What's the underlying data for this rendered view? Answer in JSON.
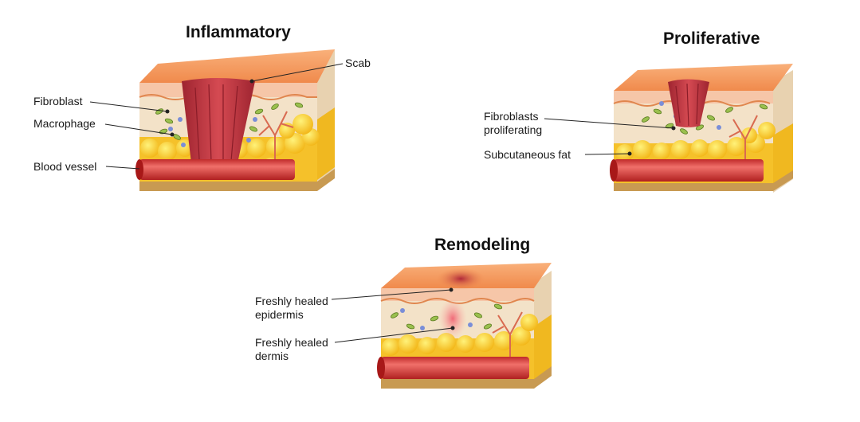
{
  "stages": [
    {
      "title": "Inflammatory",
      "labels": [
        "Scab",
        "Fibroblast",
        "Macrophage",
        "Blood vessel"
      ]
    },
    {
      "title": "Proliferative",
      "labels": [
        "Fibroblasts\nproliferating",
        "Subcutaneous fat"
      ]
    },
    {
      "title": "Remodeling",
      "labels": [
        "Freshly healed\nepidermis",
        "Freshly healed\ndermis"
      ]
    }
  ],
  "colors": {
    "epidermis_top": "#f6a06a",
    "dermis": "#f3e2c8",
    "fat": "#f7c72a",
    "vessel": "#d83a3a",
    "scab": "#b8323a",
    "base": "#c89a52"
  }
}
